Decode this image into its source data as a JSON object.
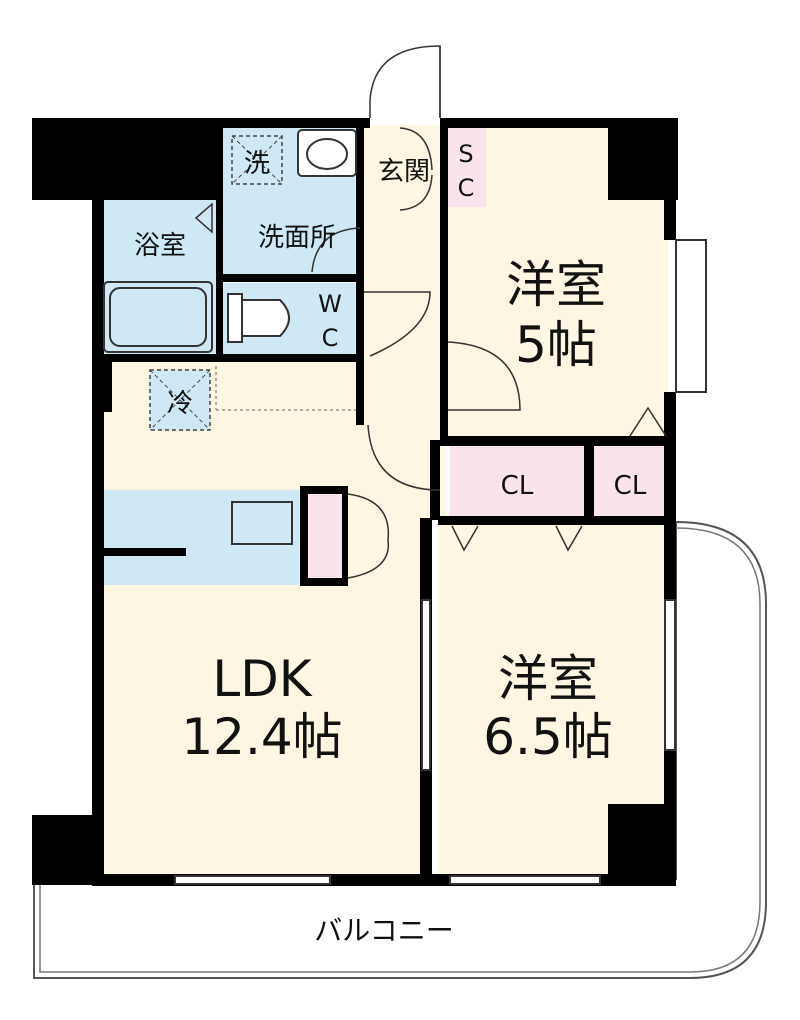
{
  "colors": {
    "wall": "#000000",
    "room_fill": "#fdf6e3",
    "wet_fill": "#cfe8f6",
    "closet_fill": "#fbe3ee",
    "balcony_fill": "#ffffff",
    "line": "#222222"
  },
  "rooms": {
    "ldk": {
      "name": "LDK",
      "size": "12.4帖"
    },
    "western_5": {
      "name": "洋室",
      "size": "5帖"
    },
    "western_65": {
      "name": "洋室",
      "size": "6.5帖"
    },
    "washroom": {
      "name": "洗面所"
    },
    "bath": {
      "name": "浴室"
    },
    "toilet": {
      "top": "W",
      "bottom": "C"
    },
    "entrance": {
      "name": "玄関"
    },
    "shoe_closet": {
      "top": "S",
      "bottom": "C"
    },
    "closet_a": {
      "name": "CL"
    },
    "closet_b": {
      "name": "CL"
    },
    "balcony": {
      "name": "バルコニー"
    }
  },
  "appliances": {
    "washer": "洗",
    "fridge": "冷"
  },
  "icons": [
    "door-swing-icon",
    "window-icon",
    "sink-icon",
    "toilet-icon",
    "bathtub-icon",
    "kitchen-counter-icon"
  ]
}
